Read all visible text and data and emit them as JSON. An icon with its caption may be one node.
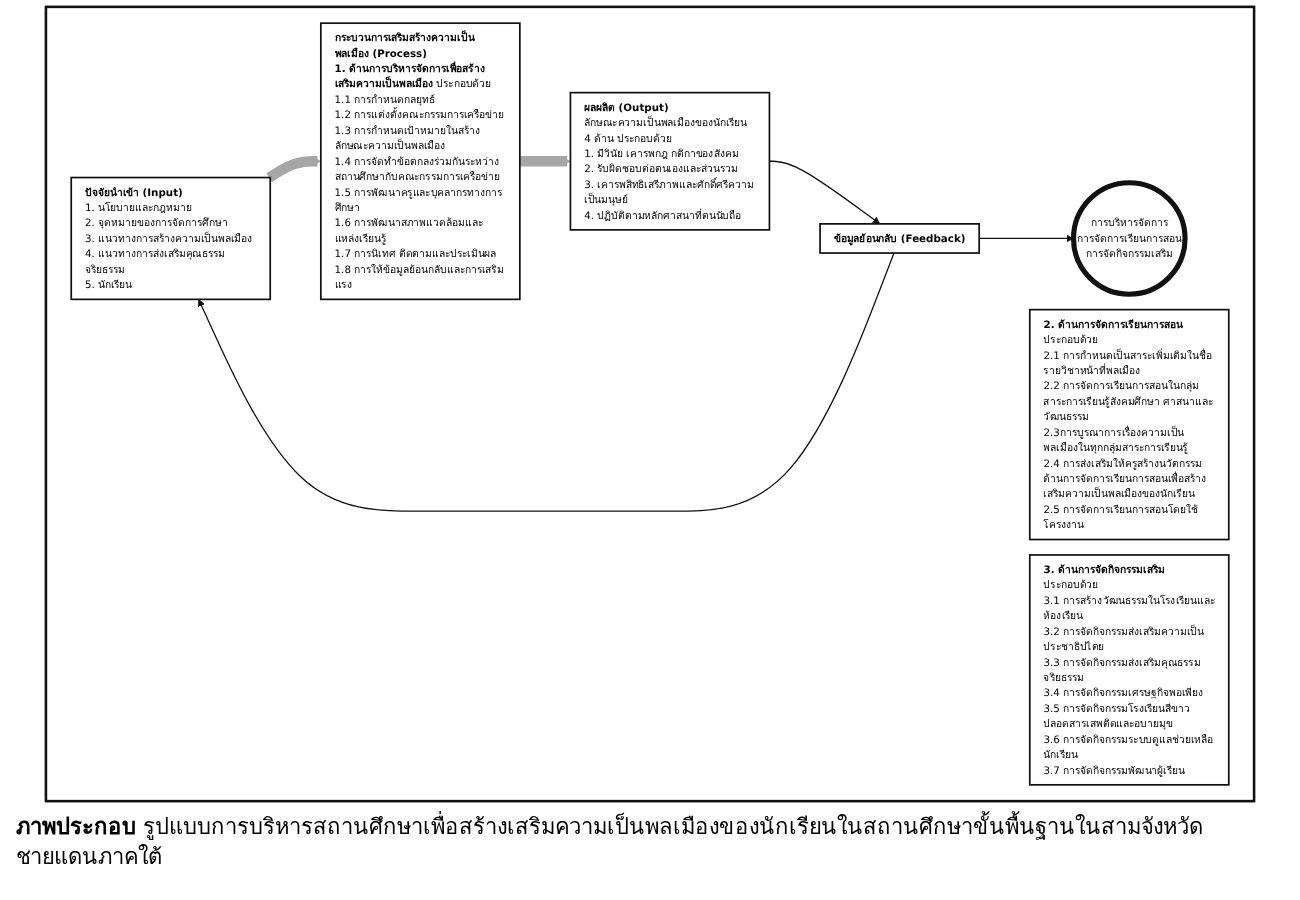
{
  "diagram": {
    "nodes": [
      {
        "text": [],
        "shape": "box"
      },
      {
        "text": [
          "ปัจจัยนำเข้า (Input)",
          "1. นโยบายและกฎหมาย",
          "2. จุดหมายของการจัดการศึกษา",
          "3. แนวทางการสร้างความเป็นพลเมือง",
          "4. แนวทางการส่งเสริมคุณธรรมจริยธรรม",
          "5. นักเรียน"
        ],
        "in": 0
      },
      {
        "text": [
          "กระบวนการเสริมสร้างความเป็นพลเมือง (Process)",
          "**1. ด้านการบริหารจัดการเพื่อสร้างเสริมความเป็นพลเมือง** ประกอบด้วย",
          "1.1 การกำหนดกลยุทธ์",
          "1.2 การแต่งตั้งคณะกรรมการเครือข่าย",
          "1.3 การกำหนดเป้าหมายในสร้างลักษณะความเป็นพลเมือง",
          "1.4 การจัดทำข้อตกลงร่วมกันระหว่างสถานศึกษากับคณะกรรมการเครือข่าย",
          "1.5 การพัฒนาครูและบุคลากรทางการศึกษา",
          "1.6 การพัฒนาสภาพแวดล้อมและแหล่งเรียนรู้",
          "1.7 การนิเทศ ติดตามและประเมินผล",
          "1.8 การให้ข้อมูลย้อนกลับและการเสริมแรง"
        ],
        "in": 0
      },
      {
        "text": [
          "ผลผลิต (Output)",
          "ลักษณะความเป็นพลเมืองของนักเรียน 4 ด้าน ประกอบด้วย",
          "1. มีวินัย เคารพกฎ กติกาของสังคม",
          "2. รับผิดชอบต่อตนเองและส่วนรวม",
          "3. เคารพสิทธิเสรีภาพและศักดิ์ศรีความเป็นมนุษย์",
          "4. ปฏิบัติตามหลักศาสนาที่ตนนับถือ"
        ],
        "in": 0
      },
      {
        "text": [
          "การบริหารจัดการ",
          "การจัดการเรียนการสอน",
          "การจัดกิจกรรมเสริม"
        ],
        "in": 0
      },
      {
        "text": [
          "2. ด้านการจัดการเรียนการสอน",
          "ประกอบด้วย",
          "2.1 การกำหนดเป็นสาระเพิ่มเติมในชื่อรายวิชาหน้าที่พลเมือง",
          "2.2 การจัดการเรียนการสอนในกลุ่มสาระการเรียนรู้สังคมศึกษา ศาสนาและวัฒนธรรม",
          "2.3การบูรณาการเรื่องความเป็นพลเมืองในทุกกลุ่มสาระการเรียนรู้",
          "2.4 การส่งเสริมให้ครูสร้างนวัตกรรมด้านการจัดการเรียนการสอนเพื่อสร้างเสริมความเป็นพลเมืองของนักเรียน",
          "2.5 การจัดการเรียนการสอนโดยใช้โครงงาน"
        ],
        "in": 0
      },
      {
        "text": [
          "3. ด้านการจัดกิจกรรมเสริม",
          "ประกอบด้วย",
          "3.1 การสร้างวัฒนธรรมในโรงเรียนและห้องเรียน",
          "3.2 การจัดกิจกรรมส่งเสริมความเป็นประชาธิปไตย",
          "3.3 การจัดกิจกรรมส่งเสริมคุณธรรมจริยธรรม",
          "3.4 การจัดกิจกรรมเศรษฐกิจพอเพียง",
          "3.5 การจัดกิจกรรมโรงเรียนสีขาวปลอดสารเสพติดและอบายมุข",
          "3.6 การจัดกิจกรรมระบบดูแลช่วยเหลือนักเรียน",
          "3.7 การจัดกิจกรรมพัฒนาผู้เรียน"
        ],
        "in": 0
      },
      {
        "text": [
          "ข้อมูลย้อนกลับ (Feedback)"
        ],
        "in": 0
      }
    ],
    "edges": [
      {
        "from": 1,
        "to": 2,
        "arrow": "to",
        "style": "thick",
        "color": "#a6a6a6"
      },
      {
        "from": 2,
        "to": 3,
        "arrow": "to",
        "style": "thick",
        "color": "#a6a6a6"
      },
      {
        "from": 3,
        "to": 7,
        "arrow": "to"
      },
      {
        "from": 7,
        "to": 1,
        "arrow": "to"
      },
      {
        "from": 7,
        "to": 4,
        "arrow": "to"
      }
    ],
    "caption": "**ภาพประกอบ** รูปแบบการบริหารสถานศึกษาเพื่อสร้างเสริมความเป็นพลเมืองของนักเรียนในสถานศึกษาขั้นพื้นฐานในสามจังหวัดชายแดนภาคใต้"
  }
}
